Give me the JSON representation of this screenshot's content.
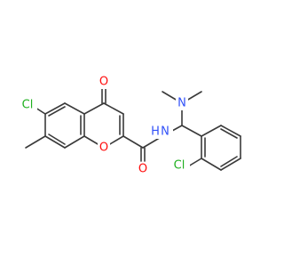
{
  "molecule": {
    "atoms": {
      "cl_left": "Cl",
      "o_ketone": "O",
      "o_ring": "O",
      "o_amide": "O",
      "n_amide": "N",
      "h_amide": "H",
      "n_amine": "N",
      "cl_right": "Cl"
    }
  },
  "colors": {
    "bond": "#3a3a3a",
    "oxygen": "#ff0d0d",
    "nitrogen": "#3050f8",
    "chlorine": "#1fb01f",
    "background": "#ffffff"
  }
}
